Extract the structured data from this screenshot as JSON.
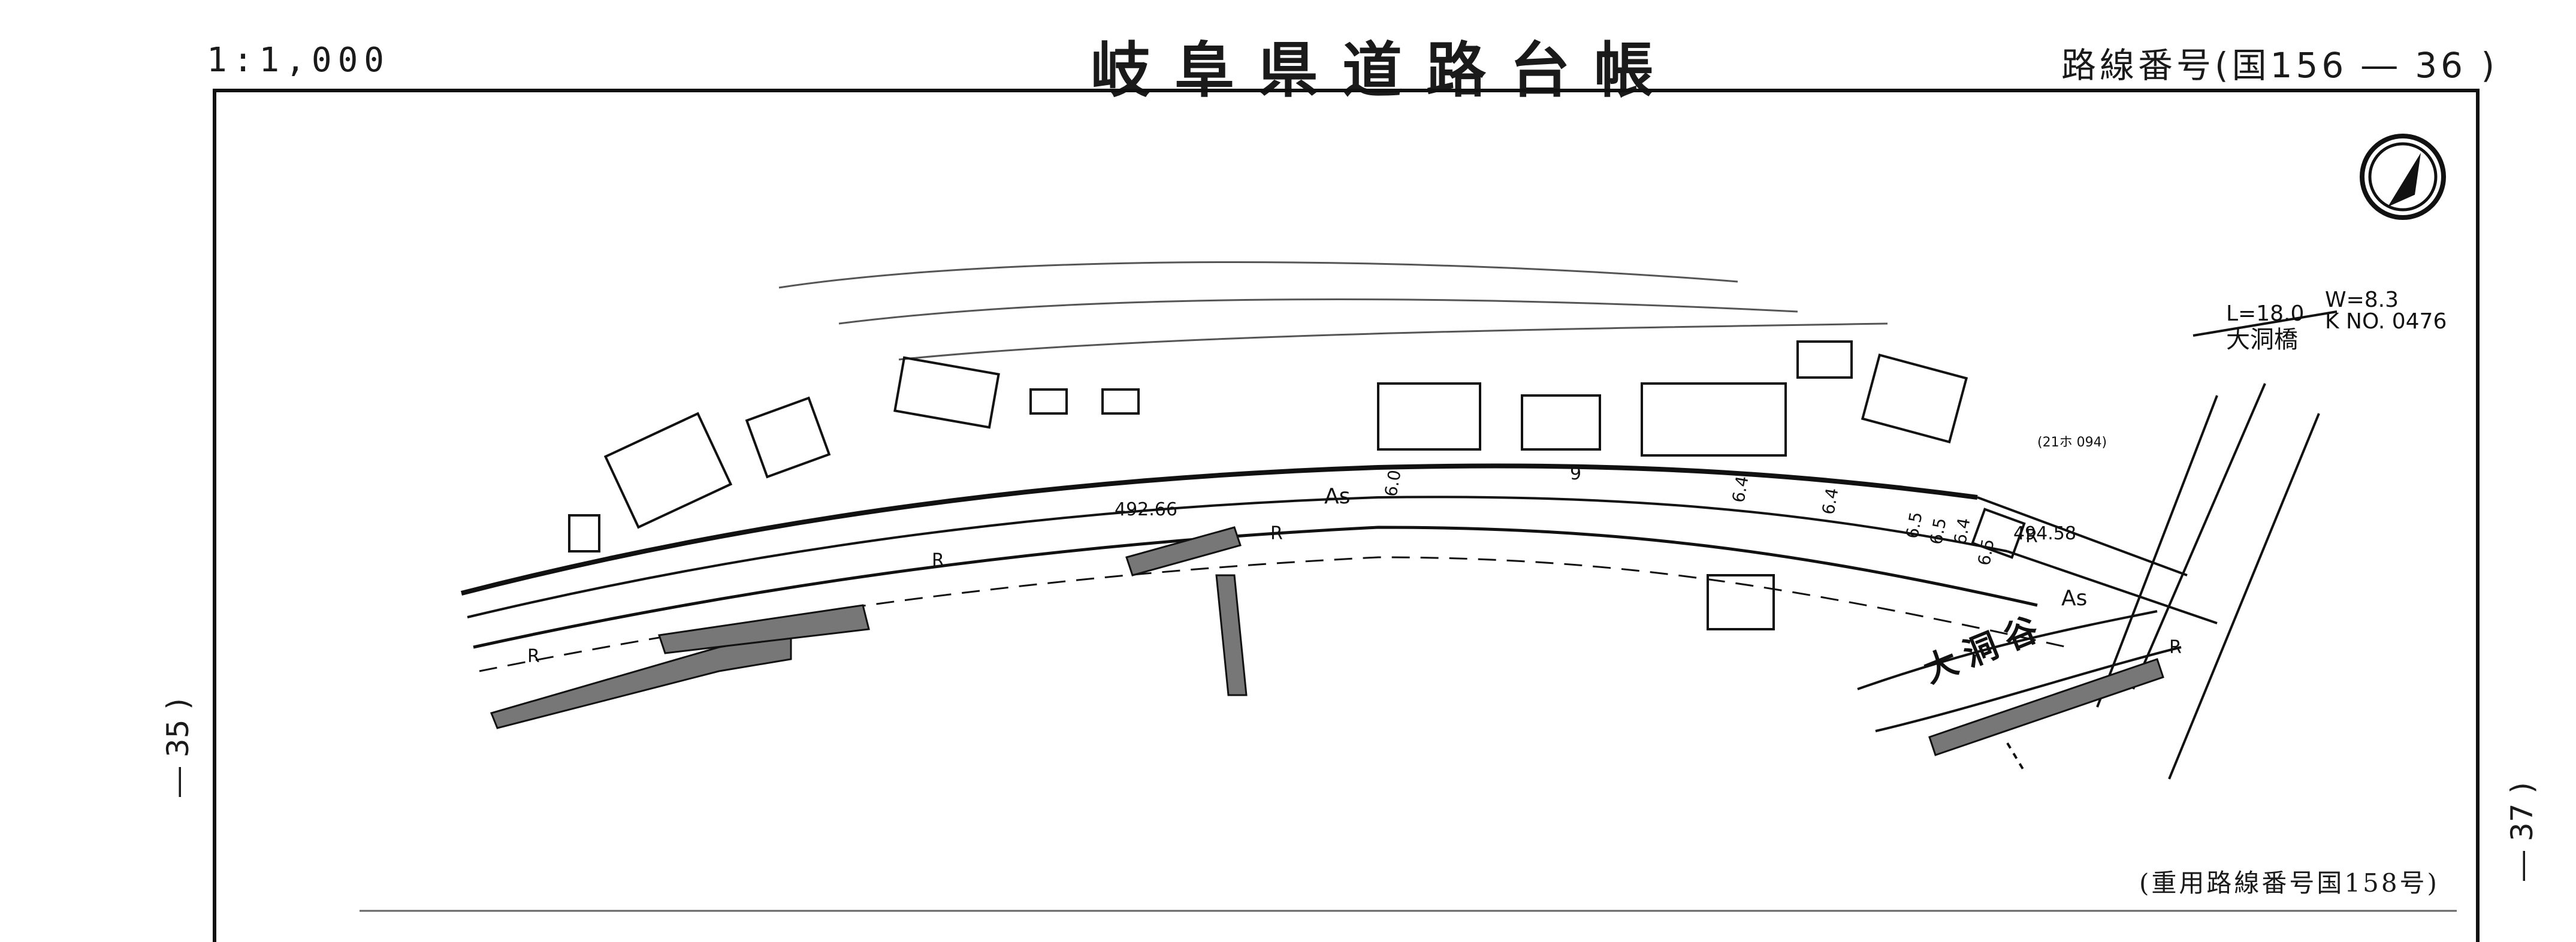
{
  "header": {
    "scale": "1:1,000",
    "title": "岐阜県道路台帳",
    "route_number": "路線番号(国156 ―  36 )"
  },
  "page_numbers": {
    "left": "― 35 )",
    "right": "― 37 )"
  },
  "footer": {
    "overlap_note": "(重用路線番号国158号)"
  },
  "map": {
    "bridge": {
      "length": "L=18.0",
      "width": "W=8.3",
      "name": "大洞橋",
      "number": "K NO. 0476"
    },
    "river_name": "大洞谷",
    "elevations": [
      "492.66",
      "494.58"
    ],
    "pavement_labels": [
      "As",
      "As"
    ],
    "road_widths": [
      "6.0",
      "9",
      "6.4",
      "6.4",
      "6.5",
      "6.5",
      "6.4",
      "6.5"
    ],
    "markers": [
      "R",
      "R",
      "R",
      "R",
      "R"
    ],
    "survey_code": "(21ホ 094)",
    "north_arrow": "north-arrow-icon"
  }
}
